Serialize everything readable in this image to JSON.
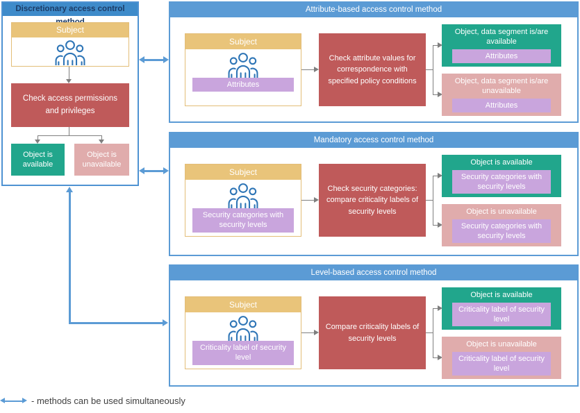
{
  "colors": {
    "blue": "#5b9bd5",
    "blue-deep": "#3e8bca",
    "panel-border": "#4e92d2",
    "navy": "#1c3c67",
    "tan": "#e9c47a",
    "tan-border": "#e3bd77",
    "purple": "#c9a5dd",
    "red": "#bf5a5a",
    "green": "#21a68c",
    "pink": "#e0acac",
    "gray": "#7f7f7f",
    "icon-blue": "#2e75b6",
    "text": "#3f3f3f"
  },
  "panels": {
    "dac": {
      "title": "Discretionary access control method",
      "subject": {
        "title": "Subject"
      },
      "check": "Check access permissions and privileges",
      "available": "Object is available",
      "unavailable": "Object is unavailable"
    },
    "abac": {
      "title": "Attribute-based access control method",
      "subject": {
        "title": "Subject",
        "tag": "Attributes"
      },
      "check": "Check attribute values for correspondence with specified policy conditions",
      "available": {
        "title": "Object, data segment is/are available",
        "tag": "Attributes"
      },
      "unavailable": {
        "title": "Object, data segment is/are unavailable",
        "tag": "Attributes"
      }
    },
    "mac": {
      "title": "Mandatory access control method",
      "subject": {
        "title": "Subject",
        "tag": "Security categories with security levels"
      },
      "check": "Check security categories: compare criticality labels of security levels",
      "available": {
        "title": "Object is available",
        "tag": "Security categories with security levels"
      },
      "unavailable": {
        "title": "Object is unavailable",
        "tag": "Security categories with security levels"
      }
    },
    "lbac": {
      "title": "Level-based access control method",
      "subject": {
        "title": "Subject",
        "tag": "Criticality label of security level"
      },
      "check": "Compare criticality labels of security levels",
      "available": {
        "title": "Object is available",
        "tag": "Criticality label of security level"
      },
      "unavailable": {
        "title": "Object is unavailable",
        "tag": "Criticality label of security level"
      }
    }
  },
  "legend": {
    "label": "- methods can be used simultaneously"
  }
}
